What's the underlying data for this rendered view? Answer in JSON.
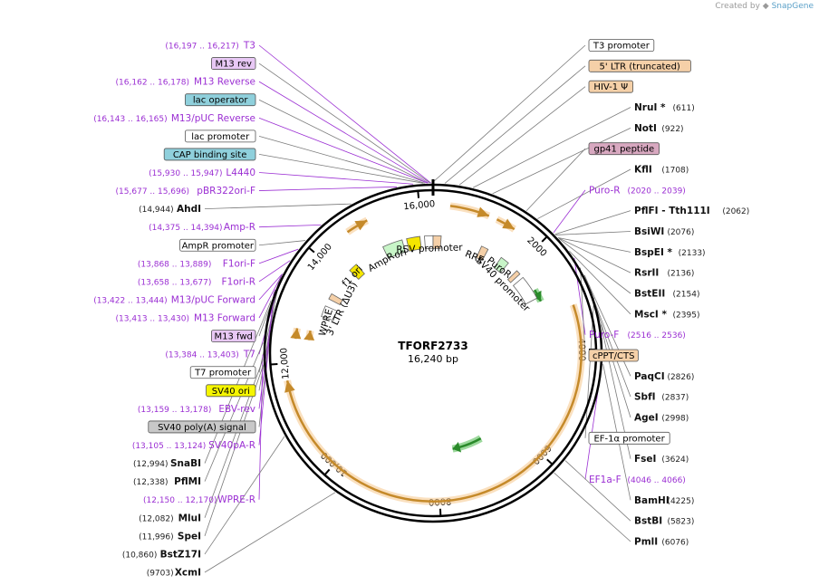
{
  "credit": {
    "created_by": "Created by",
    "brand": "SnapGene"
  },
  "plasmid": {
    "name": "TFORF2733",
    "length_text": "16,240 bp",
    "length_bp": 16240
  },
  "colors": {
    "site": "#111111",
    "primer": "#9b2fd3",
    "feature_line": "#7a7a7a",
    "arrow_yellow": "#f5e600",
    "arrow_green": "#c8f5c8",
    "arrow_orange": "#f5c78a",
    "arrow_white": "#ffffff",
    "primer_green": "#4ab84a",
    "backbone": "#000000"
  },
  "ticks": [
    {
      "bp": 2000,
      "label": "2000"
    },
    {
      "bp": 4000,
      "label": "4000"
    },
    {
      "bp": 6000,
      "label": "6000"
    },
    {
      "bp": 8000,
      "label": "8000"
    },
    {
      "bp": 10000,
      "label": "10,000"
    },
    {
      "bp": 12000,
      "label": "12,000"
    },
    {
      "bp": 14000,
      "label": "14,000"
    },
    {
      "bp": 16000,
      "label": "16,000"
    }
  ],
  "labels_left": [
    {
      "kind": "primer",
      "name": "T3",
      "pos": "(16,197 .. 16,217)",
      "bp": 16207
    },
    {
      "kind": "box",
      "name": "M13 rev",
      "color": "#e8c8f5",
      "bp": 16195
    },
    {
      "kind": "primer",
      "name": "M13 Reverse",
      "pos": "(16,162 .. 16,178)",
      "bp": 16170
    },
    {
      "kind": "box",
      "name": "lac operator",
      "color": "#8fd0dc",
      "bp": 16150
    },
    {
      "kind": "primer",
      "name": "M13/pUC Reverse",
      "pos": "(16,143 .. 16,165)",
      "bp": 16154
    },
    {
      "kind": "box",
      "name": "lac promoter",
      "color": "#ffffff",
      "bp": 16120
    },
    {
      "kind": "box",
      "name": "CAP binding site",
      "color": "#8fd0dc",
      "bp": 16095
    },
    {
      "kind": "primer",
      "name": "L4440",
      "pos": "(15,930 .. 15,947)",
      "bp": 15938
    },
    {
      "kind": "primer",
      "name": "pBR322ori-F",
      "pos": "(15,677 .. 15,696)",
      "bp": 15686
    },
    {
      "kind": "site",
      "name": "AhdI",
      "pos": "(14,944)",
      "bp": 14944
    },
    {
      "kind": "primer",
      "name": "Amp-R",
      "pos": "(14,375 .. 14,394)",
      "bp": 14385
    },
    {
      "kind": "box",
      "name": "AmpR promoter",
      "color": "#ffffff",
      "bp": 14050
    },
    {
      "kind": "primer",
      "name": "F1ori-F",
      "pos": "(13,868 .. 13,889)",
      "bp": 13878
    },
    {
      "kind": "primer",
      "name": "F1ori-R",
      "pos": "(13,658 .. 13,677)",
      "bp": 13667
    },
    {
      "kind": "primer",
      "name": "M13/pUC Forward",
      "pos": "(13,422 .. 13,444)",
      "bp": 13433
    },
    {
      "kind": "primer",
      "name": "M13 Forward",
      "pos": "(13,413 .. 13,430)",
      "bp": 13421
    },
    {
      "kind": "box",
      "name": "M13 fwd",
      "color": "#e8c8f5",
      "bp": 13405
    },
    {
      "kind": "primer",
      "name": "T7",
      "pos": "(13,384 .. 13,403)",
      "bp": 13393
    },
    {
      "kind": "box",
      "name": "T7 promoter",
      "color": "#ffffff",
      "bp": 13370
    },
    {
      "kind": "box",
      "name": "SV40 ori",
      "color": "#f5f500",
      "bp": 13300
    },
    {
      "kind": "primer",
      "name": "EBV-rev",
      "pos": "(13,159 .. 13,178)",
      "bp": 13168
    },
    {
      "kind": "box",
      "name": "SV40 poly(A) signal",
      "color": "#c8c8c8",
      "bp": 13140
    },
    {
      "kind": "primer",
      "name": "SV40pA-R",
      "pos": "(13,105 .. 13,124)",
      "bp": 13114
    },
    {
      "kind": "site",
      "name": "SnaBI",
      "pos": "(12,994)",
      "bp": 12994
    },
    {
      "kind": "site",
      "name": "PflMI",
      "pos": "(12,338)",
      "bp": 12338
    },
    {
      "kind": "primer",
      "name": "WPRE-R",
      "pos": "(12,150 .. 12,170)",
      "bp": 12160
    },
    {
      "kind": "site",
      "name": "MluI",
      "pos": "(12,082)",
      "bp": 12082
    },
    {
      "kind": "site",
      "name": "SpeI",
      "pos": "(11,996)",
      "bp": 11996
    },
    {
      "kind": "site",
      "name": "BstZ17I",
      "pos": "(10,860)",
      "bp": 10860
    },
    {
      "kind": "site",
      "name": "XcmI",
      "pos": "(9703)",
      "bp": 9703
    }
  ],
  "labels_right": [
    {
      "kind": "box",
      "name": "T3 promoter",
      "color": "#ffffff",
      "bp": 16225
    },
    {
      "kind": "box",
      "name": "5' LTR (truncated)",
      "color": "#f5d0a8",
      "bp": 180
    },
    {
      "kind": "box",
      "name": "HIV-1 Ψ",
      "color": "#f5d0a8",
      "bp": 400
    },
    {
      "kind": "site",
      "name": "NruI *",
      "pos": "(611)",
      "bp": 611
    },
    {
      "kind": "site",
      "name": "NotI",
      "pos": "(922)",
      "bp": 922
    },
    {
      "kind": "box",
      "name": "gp41 peptide",
      "color": "#d8a8c0",
      "bp": 1500
    },
    {
      "kind": "site",
      "name": "KflI",
      "pos": "(1708)",
      "bp": 1708
    },
    {
      "kind": "primer",
      "name": "Puro-R",
      "pos": "(2020 .. 2039)",
      "bp": 2030
    },
    {
      "kind": "site",
      "name": "PflFI - Tth111I",
      "pos": "(2062)",
      "bp": 2062
    },
    {
      "kind": "site",
      "name": "BsiWI",
      "pos": "(2076)",
      "bp": 2076
    },
    {
      "kind": "site",
      "name": "BspEI *",
      "pos": "(2133)",
      "bp": 2133
    },
    {
      "kind": "site",
      "name": "RsrII",
      "pos": "(2136)",
      "bp": 2136
    },
    {
      "kind": "site",
      "name": "BstEII",
      "pos": "(2154)",
      "bp": 2154
    },
    {
      "kind": "site",
      "name": "MscI *",
      "pos": "(2395)",
      "bp": 2395
    },
    {
      "kind": "primer",
      "name": "Puro-F",
      "pos": "(2516 .. 2536)",
      "bp": 2526
    },
    {
      "kind": "box",
      "name": "cPPT/CTS",
      "color": "#f5d0a8",
      "bp": 2700
    },
    {
      "kind": "site",
      "name": "PaqCI",
      "pos": "(2826)",
      "bp": 2826
    },
    {
      "kind": "site",
      "name": "SbfI",
      "pos": "(2837)",
      "bp": 2837
    },
    {
      "kind": "site",
      "name": "AgeI",
      "pos": "(2998)",
      "bp": 2998
    },
    {
      "kind": "box",
      "name": "EF-1α promoter",
      "color": "#ffffff",
      "bp": 3200
    },
    {
      "kind": "site",
      "name": "FseI",
      "pos": "(3624)",
      "bp": 3624
    },
    {
      "kind": "primer",
      "name": "EF1a-F",
      "pos": "(4046 .. 4066)",
      "bp": 4056
    },
    {
      "kind": "site",
      "name": "BamHI",
      "pos": "(4225)",
      "bp": 4225
    },
    {
      "kind": "site",
      "name": "BstBI",
      "pos": "(5823)",
      "bp": 5823
    },
    {
      "kind": "site",
      "name": "PmlI",
      "pos": "(6076)",
      "bp": 6076
    }
  ],
  "inner_labels": [
    {
      "name": "ori",
      "bp": 15420,
      "r": 0.62
    },
    {
      "name": "AmpR",
      "bp": 14900,
      "r": 0.62
    },
    {
      "name": "RSV promoter",
      "bp": 16150,
      "r": 0.62
    },
    {
      "name": "RRE",
      "bp": 1050,
      "r": 0.62
    },
    {
      "name": "PuroR",
      "bp": 1700,
      "r": 0.64
    },
    {
      "name": "SV40 promoter",
      "bp": 2050,
      "r": 0.58
    },
    {
      "name": "f1 ori",
      "bp": 14150,
      "r": 0.66
    },
    {
      "name": "3' LTR (ΔU3)",
      "bp": 13350,
      "r": 0.6
    },
    {
      "name": "WPRE",
      "bp": 12900,
      "r": 0.66
    }
  ],
  "features": [
    {
      "name": "5' LTR",
      "bp_start": 300,
      "bp_end": 1000,
      "r": 0.88,
      "color": "#f5c78a",
      "highlight": true
    },
    {
      "name": "PuroR-arc",
      "bp_start": 1150,
      "bp_end": 1500,
      "r": 0.88,
      "color": "#f5c78a",
      "highlight": true
    },
    {
      "name": "Puro-arc",
      "bp_start": 2620,
      "bp_end": 2900,
      "r": 0.71,
      "color": "#4ab84a",
      "highlight": true
    },
    {
      "name": "big-orf",
      "bp_start": 3200,
      "bp_end": 11700,
      "r": 0.88,
      "color": "#f5c78a",
      "highlight": true
    },
    {
      "name": "inner-green",
      "bp_start": 6800,
      "bp_end": 7600,
      "r": 0.58,
      "color": "#4ab84a",
      "highlight": true
    },
    {
      "name": "left-orange-1",
      "bp_start": 12450,
      "bp_end": 12650,
      "r": 0.74,
      "color": "#f5c78a",
      "highlight": true
    },
    {
      "name": "left-orange-2",
      "bp_start": 12450,
      "bp_end": 12650,
      "r": 0.82,
      "color": "#f5c78a",
      "highlight": true
    },
    {
      "name": "top-left-orange",
      "bp_start": 14650,
      "bp_end": 15050,
      "r": 0.88,
      "color": "#f5c78a",
      "highlight": true
    }
  ],
  "blocks": [
    {
      "name": "AmpR",
      "bp_start": 15100,
      "bp_end": 15550,
      "r": 0.66,
      "color": "#c8f5c8"
    },
    {
      "name": "ori",
      "bp_start": 15650,
      "bp_end": 15950,
      "r": 0.66,
      "color": "#f5e600"
    },
    {
      "name": "f1 ori",
      "bp_start": 14200,
      "bp_end": 14400,
      "r": 0.66,
      "color": "#f5e600"
    },
    {
      "name": "RSV",
      "bp_start": 16050,
      "bp_end": 16240,
      "r": 0.66,
      "color": "#ffffff"
    },
    {
      "name": "LTR-small",
      "bp_start": 0,
      "bp_end": 180,
      "r": 0.66,
      "color": "#f5d0a8"
    },
    {
      "name": "RRE",
      "bp_start": 1100,
      "bp_end": 1260,
      "r": 0.66,
      "color": "#f5d0a8"
    },
    {
      "name": "PuroR",
      "bp_start": 1600,
      "bp_end": 1800,
      "r": 0.66,
      "color": "#c8f5c8"
    },
    {
      "name": "cPPT",
      "bp_start": 2050,
      "bp_end": 2150,
      "r": 0.66,
      "color": "#f5d0a8"
    },
    {
      "name": "EF1a",
      "bp_start": 2250,
      "bp_end": 2800,
      "r": 0.66,
      "color": "#ffffff"
    },
    {
      "name": "WPRE",
      "bp_start": 13000,
      "bp_end": 13250,
      "r": 0.66,
      "color": "#ffffff"
    },
    {
      "name": "3LTR",
      "bp_start": 13420,
      "bp_end": 13550,
      "r": 0.66,
      "color": "#f5d0a8"
    }
  ]
}
